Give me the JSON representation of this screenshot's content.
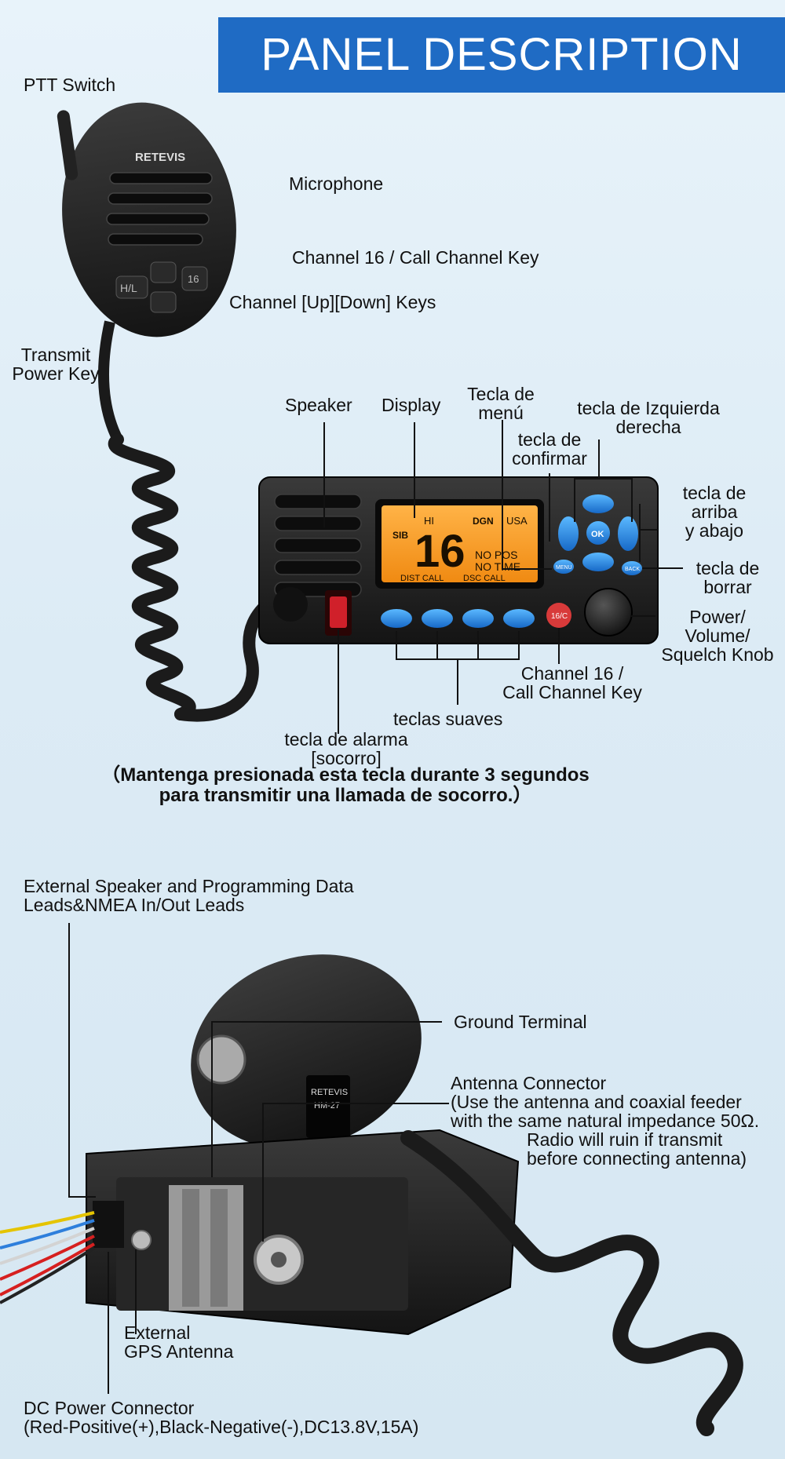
{
  "banner": {
    "title": "PANEL DESCRIPTION"
  },
  "microphone": {
    "brand": "RETEVIS",
    "key_hl": "H/L",
    "key_16": "16",
    "labels": {
      "ptt": "PTT Switch",
      "microphone": "Microphone",
      "ch16": "Channel 16 / Call Channel Key",
      "updown": "Channel [Up][Down] Keys",
      "transmit_1": "Transmit",
      "transmit_2": "Power Key"
    }
  },
  "front_panel": {
    "display": {
      "sib": "SIB",
      "hi": "HI",
      "dgn": "DGN",
      "usa": "USA",
      "channel": "16",
      "nopos": "NO POS",
      "notime": "NO TIME",
      "dist": "DIST CALL",
      "dsc": "DSC CALL"
    },
    "keys": {
      "ok": "OK",
      "menu": "MENU",
      "back": "BACK",
      "ch16": "16/C"
    },
    "labels": {
      "speaker": "Speaker",
      "display": "Display",
      "menu_1": "Tecla de",
      "menu_2": "menú",
      "leftright_1": "tecla de Izquierda",
      "leftright_2": "derecha",
      "confirm_1": "tecla de",
      "confirm_2": "confirmar",
      "updown_1": "tecla de",
      "updown_2": "arriba",
      "updown_3": "y abajo",
      "delete_1": "tecla de",
      "delete_2": "borrar",
      "power_1": "Power/",
      "power_2": "Volume/",
      "power_3": "Squelch Knob",
      "ch16_1": "Channel 16 /",
      "ch16_2": "Call Channel Key",
      "soft": "teclas suaves",
      "alarm_1": "tecla de alarma",
      "alarm_2": "[socorro]"
    },
    "note_1": "（Mantenga presionada esta tecla durante 3 segundos",
    "note_2": "para transmitir una llamada de socorro.）"
  },
  "rear_panel": {
    "mic_brand": "RETEVIS",
    "mic_model": "HM-27",
    "labels": {
      "ext_1": "External Speaker and Programming Data",
      "ext_2": "Leads&NMEA In/Out Leads",
      "ground": "Ground Terminal",
      "antenna_1": "Antenna Connector",
      "antenna_2": "(Use the antenna and coaxial feeder",
      "antenna_3": "with the same natural impedance 50Ω.",
      "antenna_4": "Radio will ruin if transmit",
      "antenna_5": "before connecting antenna)",
      "gps_1": "External",
      "gps_2": "GPS Antenna",
      "dc_1": "DC Power Connector",
      "dc_2": "(Red-Positive(+),Black-Negative(-),DC13.8V,15A)"
    }
  }
}
